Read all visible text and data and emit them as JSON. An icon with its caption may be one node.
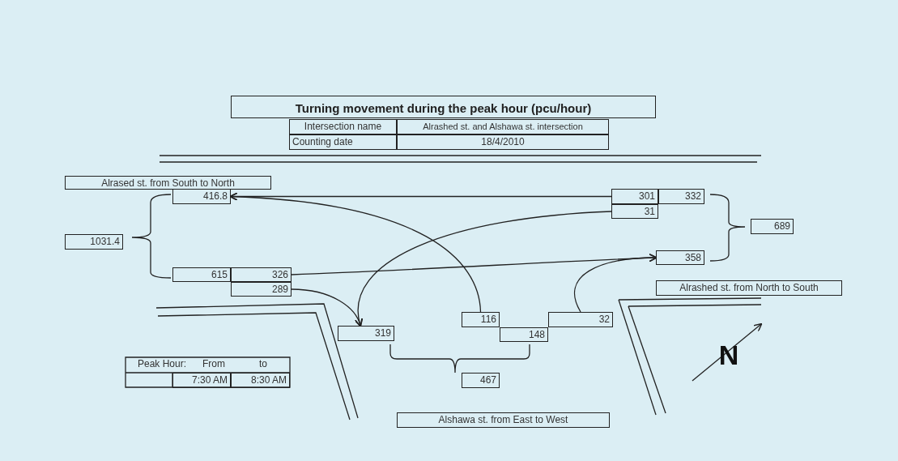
{
  "diagram": {
    "title": "Turning movement during the peak hour (pcu/hour)",
    "nodes": [
      {
        "text": [
          "Alrased st. from South to North"
        ]
      },
      {
        "text": [
          "416.8"
        ]
      },
      {
        "text": [
          "301"
        ]
      },
      {
        "text": [
          "332"
        ]
      },
      {
        "text": [
          "31"
        ]
      },
      {
        "text": [
          "1031.4"
        ]
      },
      {
        "text": [
          "689"
        ]
      },
      {
        "text": [
          "615"
        ]
      },
      {
        "text": [
          "326"
        ]
      },
      {
        "text": [
          "358"
        ]
      },
      {
        "text": [
          "289"
        ]
      },
      {
        "text": [
          "Alrashed st. from North to South"
        ]
      },
      {
        "text": [
          "116"
        ]
      },
      {
        "text": [
          "32"
        ]
      },
      {
        "text": [
          "319"
        ]
      },
      {
        "text": [
          "148"
        ]
      },
      {
        "text": [
          "467"
        ]
      },
      {
        "text": [
          "Alshawa st. from East to West"
        ]
      }
    ],
    "edges": [
      {
        "from": 2,
        "to": 1,
        "arrow": "to"
      },
      {
        "from": 4,
        "to": 14,
        "arrow": "to"
      },
      {
        "from": 8,
        "to": 9,
        "arrow": "to"
      },
      {
        "from": 10,
        "to": 14,
        "arrow": "to"
      },
      {
        "from": 12,
        "to": 1,
        "arrow": "to"
      },
      {
        "from": 13,
        "to": 9,
        "arrow": "to"
      }
    ],
    "labels": [
      "Intersection name",
      "Alrashed st. and Alshawa st.  intersection",
      "Counting date",
      "18/4/2010",
      "Peak Hour:",
      "From",
      "to",
      "7:30 AM",
      "8:30 AM",
      "N"
    ]
  }
}
